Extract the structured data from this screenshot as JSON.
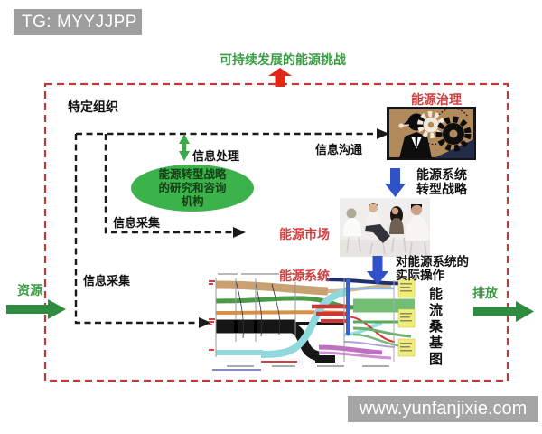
{
  "header": {
    "tg_watermark": "TG: MYYJJPP"
  },
  "title": "可持续发展的能源挑战",
  "diagram": {
    "org_label": "特定组织",
    "ellipse_org": {
      "line1": "能源转型战略",
      "line2": "的研究和咨询",
      "line3": "机构"
    },
    "info_processing": "信息处理",
    "info_collection_upper": "信息采集",
    "info_collection_lower": "信息采集",
    "info_communication": "信息沟通",
    "energy_governance": "能源治理",
    "energy_system_strategy": {
      "line1": "能源系统",
      "line2": "转型战略"
    },
    "energy_market": "能源市场",
    "actual_operation": {
      "line1": "对能源系统的",
      "line2": "实际操作"
    },
    "energy_system": "能源系统",
    "sankey_caption": "能流桑基图",
    "input_label": "资源",
    "output_label": "排放"
  },
  "images": {
    "governance_image": "gears-and-businessman-illustration",
    "market_image": "people-meeting-photo",
    "system_image": "energy-flow-sankey-diagram"
  },
  "footer": {
    "site_watermark": "www.yunfanjixie.com"
  },
  "colors": {
    "red_label": "#d24040",
    "green_label": "#3a9d44",
    "border_red": "#c03a3a",
    "ellipse_green": "#3cb24a",
    "arrow_blue": "#2f52c8",
    "arrow_green": "#2e8b40",
    "arrow_red": "#e22718",
    "gray_box": "#9e9e9e"
  }
}
